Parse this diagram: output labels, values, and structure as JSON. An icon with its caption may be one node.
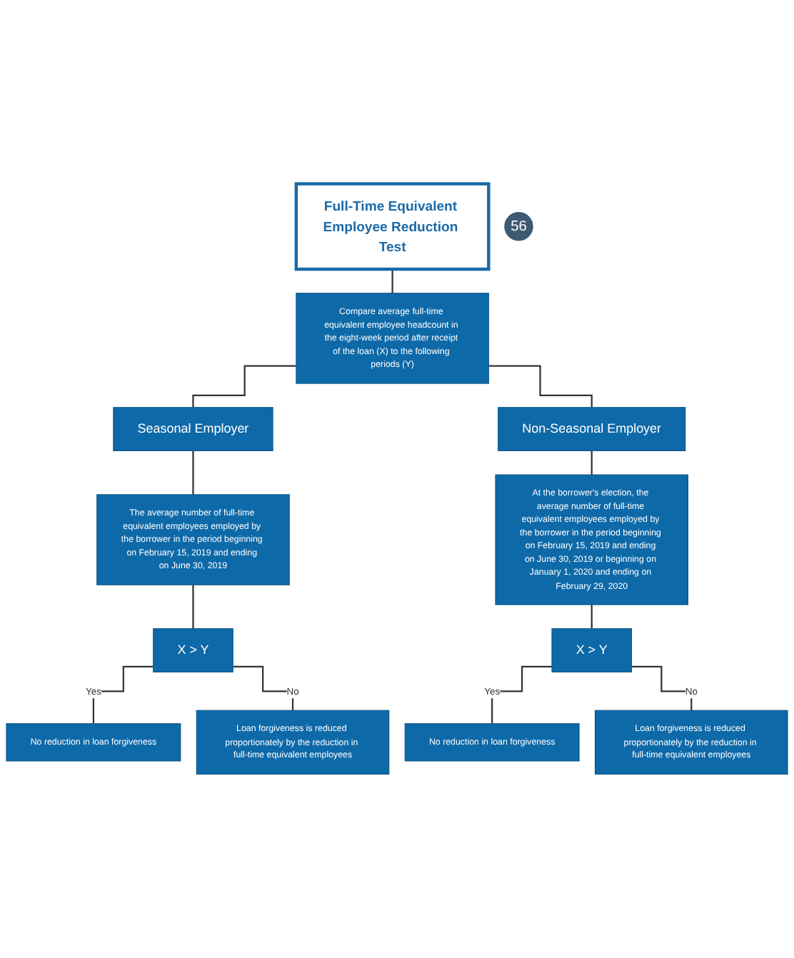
{
  "diagram": {
    "nodes": [
      {
        "text": [
          "Full-Time Equivalent Employee Reduction Test"
        ]
      },
      {
        "text": [
          "Compare average full-time equivalent employee headcount in the eight-week period after receipt of the loan (X) to the following periods (Y)"
        ]
      },
      {
        "text": [
          "Seasonal Employer"
        ]
      },
      {
        "text": [
          "Non-Seasonal Employer"
        ]
      },
      {
        "text": [
          "The average number of full-time equivalent employees employed by the borrower in the period beginning on February 15, 2019 and ending on June 30, 2019"
        ]
      },
      {
        "text": [
          "At the borrower's election, the average number of full-time equivalent employees employed by the borrower in the period beginning on February 15, 2019 and ending on June 30, 2019 or beginning on January 1, 2020 and ending on February 29, 2020"
        ]
      },
      {
        "text": [
          "X > Y"
        ]
      },
      {
        "text": [
          "X > Y"
        ]
      },
      {
        "text": [
          "No reduction in loan forgiveness"
        ]
      },
      {
        "text": [
          "Loan forgiveness is reduced proportionately by the reduction in full-time equivalent employees"
        ]
      },
      {
        "text": [
          "No reduction in loan forgiveness"
        ]
      },
      {
        "text": [
          "Loan forgiveness is reduced proportionately by the reduction in full-time equivalent employees"
        ]
      },
      {
        "text": [
          "56"
        ]
      }
    ],
    "edges": [
      {
        "from": 0,
        "to": 1,
        "arrow": "none"
      },
      {
        "from": 1,
        "to": 2,
        "arrow": "none"
      },
      {
        "from": 1,
        "to": 3,
        "arrow": "none"
      },
      {
        "from": 2,
        "to": 4,
        "arrow": "none"
      },
      {
        "from": 3,
        "to": 5,
        "arrow": "none"
      },
      {
        "from": 4,
        "to": 6,
        "arrow": "none"
      },
      {
        "from": 5,
        "to": 7,
        "arrow": "none"
      },
      {
        "from": 6,
        "to": 8,
        "label": "Yes",
        "arrow": "none"
      },
      {
        "from": 6,
        "to": 9,
        "label": "No",
        "arrow": "none"
      },
      {
        "from": 7,
        "to": 10,
        "label": "Yes",
        "arrow": "none"
      },
      {
        "from": 7,
        "to": 11,
        "label": "No",
        "arrow": "none"
      }
    ]
  }
}
